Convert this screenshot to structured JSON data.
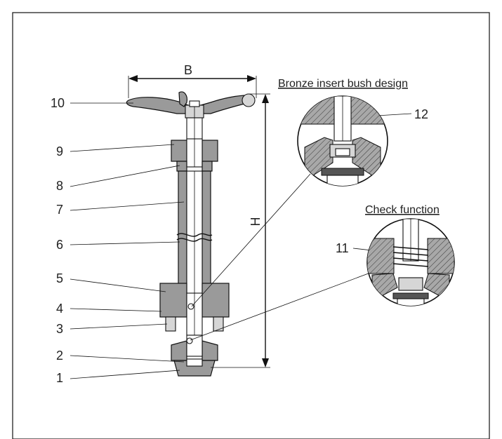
{
  "diagram": {
    "dimension_labels": {
      "width": "B",
      "height": "H"
    },
    "part_numbers": [
      "1",
      "2",
      "3",
      "4",
      "5",
      "6",
      "7",
      "8",
      "9",
      "10",
      "11",
      "12"
    ],
    "insets": {
      "bronze": {
        "caption": "Bronze insert bush design"
      },
      "check": {
        "caption": "Check function"
      }
    }
  }
}
